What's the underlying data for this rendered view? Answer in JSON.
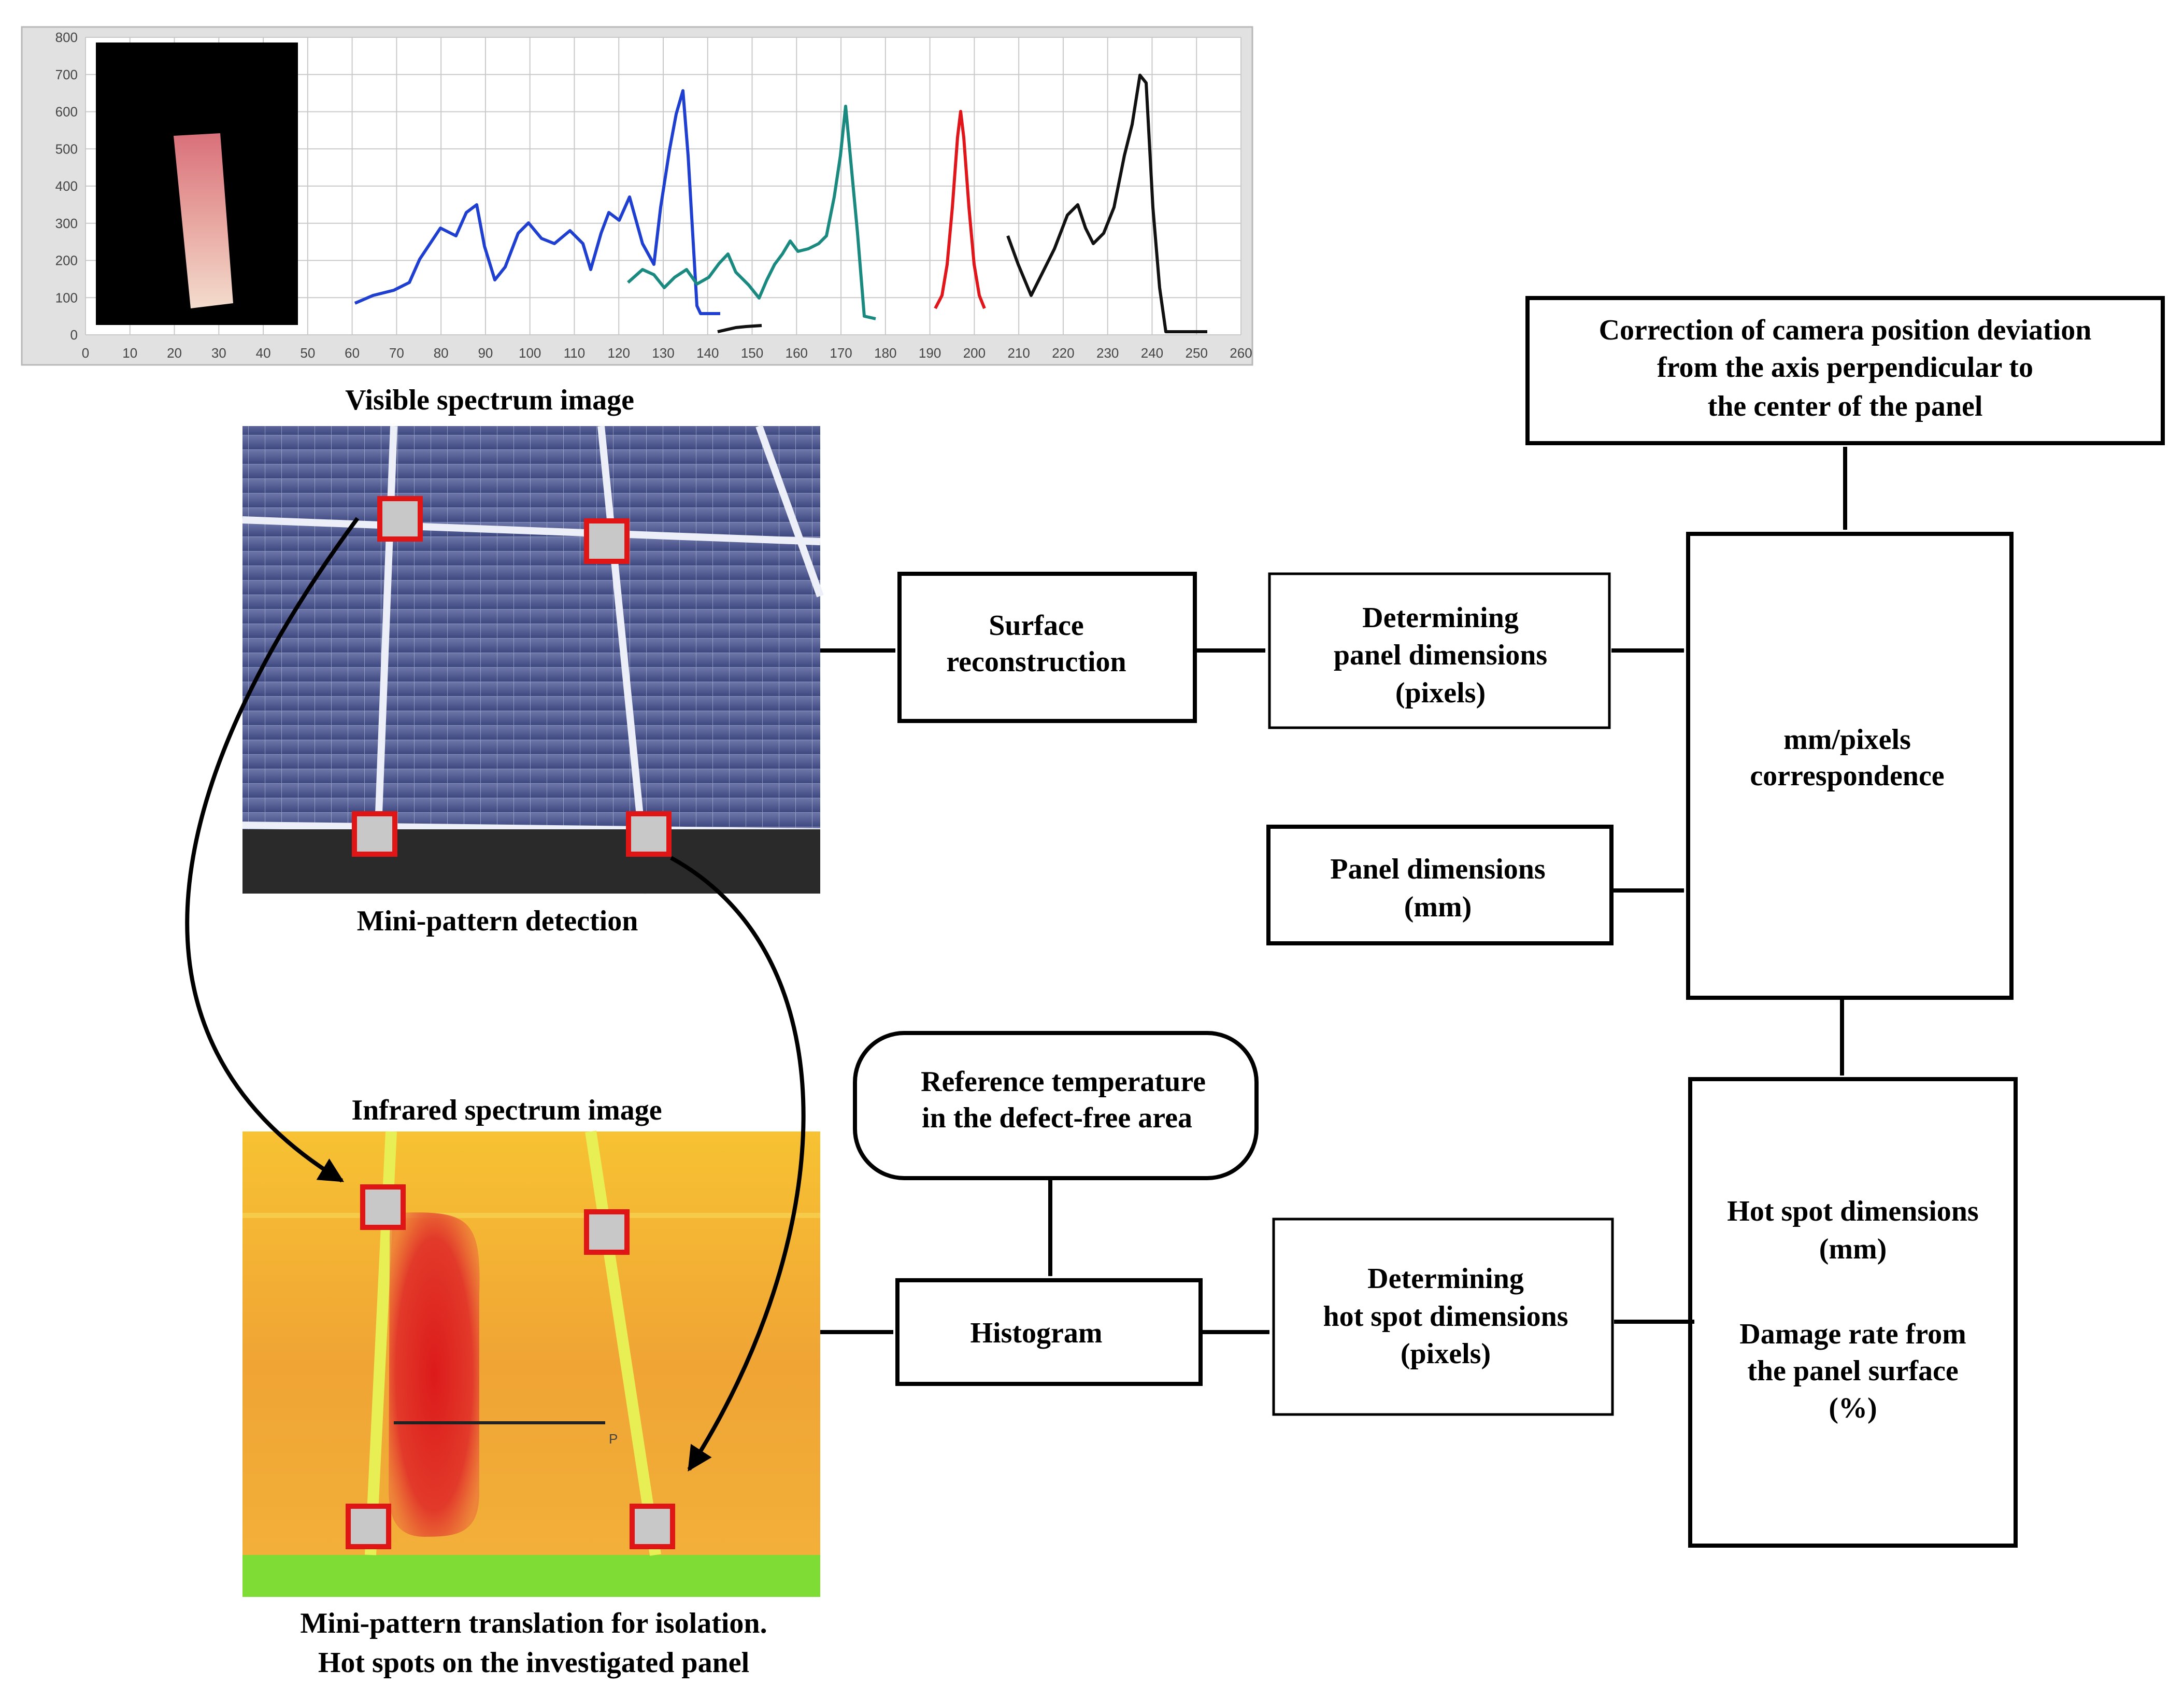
{
  "spectrum_chart": {
    "y_ticks": [
      "800",
      "700",
      "600",
      "500",
      "400",
      "300",
      "200",
      "100",
      "0"
    ],
    "x_ticks": [
      "0",
      "10",
      "20",
      "30",
      "40",
      "50",
      "60",
      "70",
      "80",
      "90",
      "100",
      "110",
      "120",
      "130",
      "140",
      "150",
      "160",
      "170",
      "180",
      "190",
      "200",
      "210",
      "220",
      "230",
      "240",
      "250",
      "260"
    ],
    "colors": {
      "blue": "#1f3fd0",
      "teal": "#1a8a80",
      "red": "#e0161b",
      "black": "#111111"
    }
  },
  "captions": {
    "visible": "Visible spectrum image",
    "mini_pattern": "Mini-pattern detection",
    "infrared": "Infrared spectrum image",
    "translation_1": "Mini-pattern translation for isolation.",
    "translation_2": "Hot spots on the investigated panel"
  },
  "infrared_marker": "P",
  "boxes": {
    "surface": [
      "Surface",
      "reconstruction"
    ],
    "det_panel": [
      "Determining",
      "panel dimensions",
      "(pixels)"
    ],
    "correction": [
      "Correction of camera position deviation",
      "from the axis perpendicular to",
      "the center of the panel"
    ],
    "correspondence": [
      "mm/pixels",
      "correspondence"
    ],
    "panel_mm": [
      "Panel dimensions",
      "(mm)"
    ],
    "reference": [
      "Reference temperature",
      "in the defect-free area"
    ],
    "histogram": [
      "Histogram"
    ],
    "det_hotspot": [
      "Determining",
      "hot spot dimensions",
      "(pixels)"
    ],
    "output": [
      "Hot spot dimensions",
      "(mm)",
      "",
      "Damage rate from",
      "the panel surface",
      "(%)"
    ]
  }
}
